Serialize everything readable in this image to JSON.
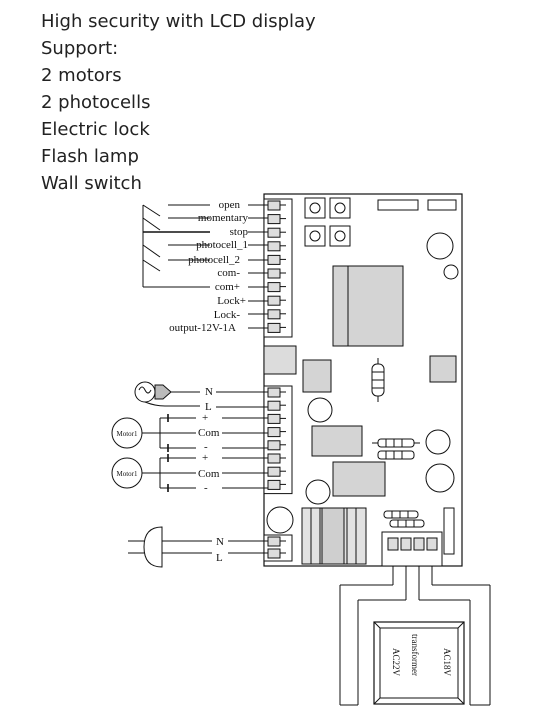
{
  "heading": {
    "title": "High security with LCD display",
    "support_label": "Support:",
    "features": [
      "2 motors",
      "2 photocells",
      "Electric lock",
      "Flash lamp",
      "Wall switch"
    ]
  },
  "wiring": {
    "top_terminals": [
      "open",
      "momentary",
      "stop",
      "photocell_1",
      "photocell_2",
      "com-",
      "com+",
      "Lock+",
      "Lock-",
      "output-12V-1A"
    ],
    "lamp_terminals": [
      "N",
      "L"
    ],
    "motor_terminals": [
      "+",
      "Com",
      "-",
      "+",
      "Com",
      "-"
    ],
    "motor_labels": [
      "Motor1",
      "Motor1"
    ],
    "power_terminals": [
      "N",
      "L"
    ]
  },
  "transformer": {
    "label": "transformer",
    "left": "AC22V",
    "right": "AC18V"
  }
}
